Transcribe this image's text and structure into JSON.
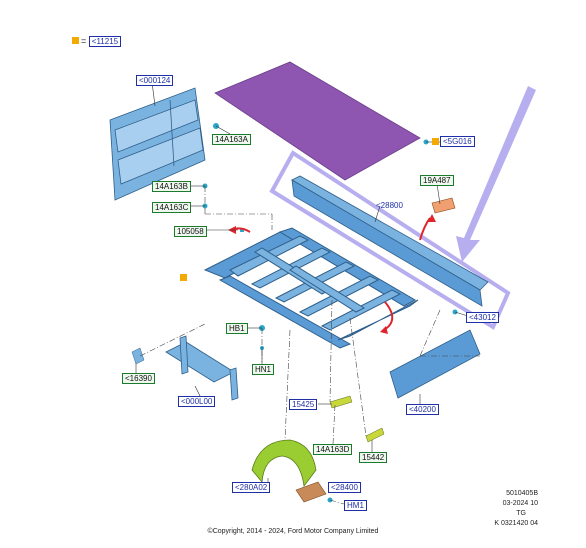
{
  "legend": {
    "symbol": "=",
    "code": "<11215"
  },
  "callouts": {
    "c000124": "<000124",
    "c14A163A": "14A163A",
    "c5G016": "<5G016",
    "c14A163B": "14A163B",
    "c14A163C": "14A163C",
    "c105058": "105058",
    "c28800": "<28800",
    "c19A487": "19A487",
    "c43012": "<43012",
    "cHB1": "HB1",
    "cHN1": "HN1",
    "c16390": "<16390",
    "c000L00": "<000L00",
    "c40200": "<40200",
    "c15425": "15425",
    "c14A163D": "14A163D",
    "c15442": "15442",
    "c280A02": "<280A02",
    "c28400": "<28400",
    "cHM1": "HM1"
  },
  "meta": {
    "code": "5010405B",
    "date": "03-2024 10",
    "tg": "TG",
    "ref": "K 0321420 04"
  },
  "copyright": "©Copyright, 2014 - 2024, Ford Motor Company Limited",
  "colors": {
    "blue_part": "#5b9bd5",
    "purple_panel": "#8e56b0",
    "arrow_lavender": "#b7aef0",
    "green_part": "#9acd32",
    "accent_red": "#e0242c",
    "callout_blue": "#1f2fa8",
    "callout_green": "#1b7a2b",
    "legend_orange": "#f2a900"
  }
}
